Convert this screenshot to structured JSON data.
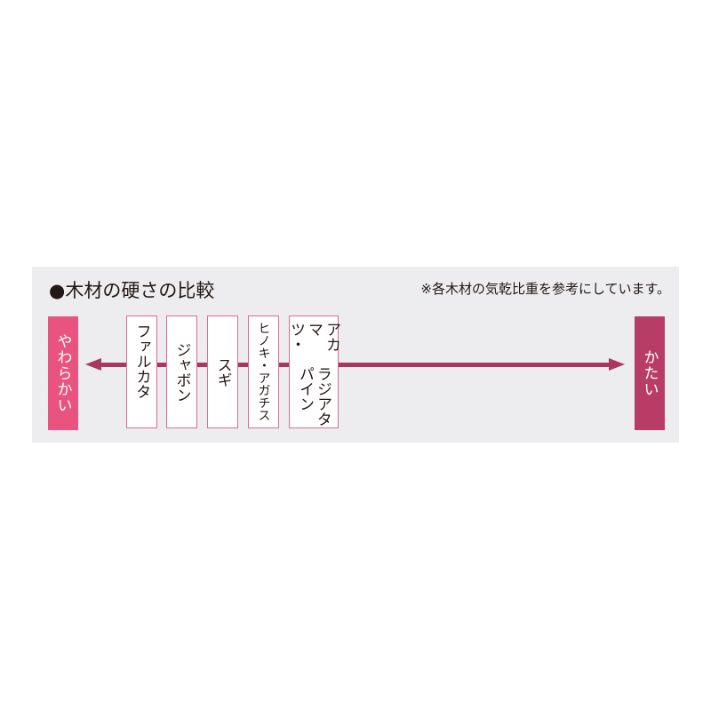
{
  "title": "●木材の硬さの比較",
  "note": "※各木材の気乾比重を参考にしています。",
  "scale": {
    "soft_label": "やわらかい",
    "hard_label": "かたい",
    "soft_color": "#e8537f",
    "hard_color": "#b83d66",
    "arrow_color": "#a8385f"
  },
  "woods": [
    {
      "name": "ファルカタ"
    },
    {
      "name": "ジャボン"
    },
    {
      "name": "スギ"
    },
    {
      "name": "ヒノキ・アガチス"
    },
    {
      "name_line1": "アカマツ・",
      "name_line2": "ラジアタパイン"
    }
  ]
}
